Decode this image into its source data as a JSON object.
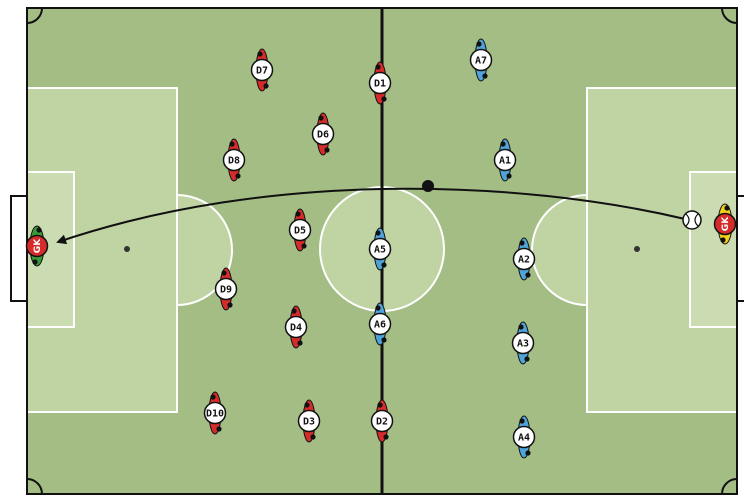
{
  "colors": {
    "pitch": "#a3bd85",
    "penalty_area": "#c0d3a3",
    "center_circle": "#c0d3a3",
    "lines": "#ffffff",
    "halfway_line": "#111111",
    "defender": "#d62b2b",
    "attacker": "#4fa3d8",
    "gk_left_kit": "#3a9a3a",
    "gk_right_kit": "#f2d21a"
  },
  "players": {
    "defenders": [
      "D1",
      "D2",
      "D3",
      "D4",
      "D5",
      "D6",
      "D7",
      "D8",
      "D9",
      "D10"
    ],
    "attackers": [
      "A1",
      "A2",
      "A3",
      "A4",
      "A5",
      "A6",
      "A7"
    ],
    "goalkeepers": [
      "GK",
      "GK"
    ]
  }
}
